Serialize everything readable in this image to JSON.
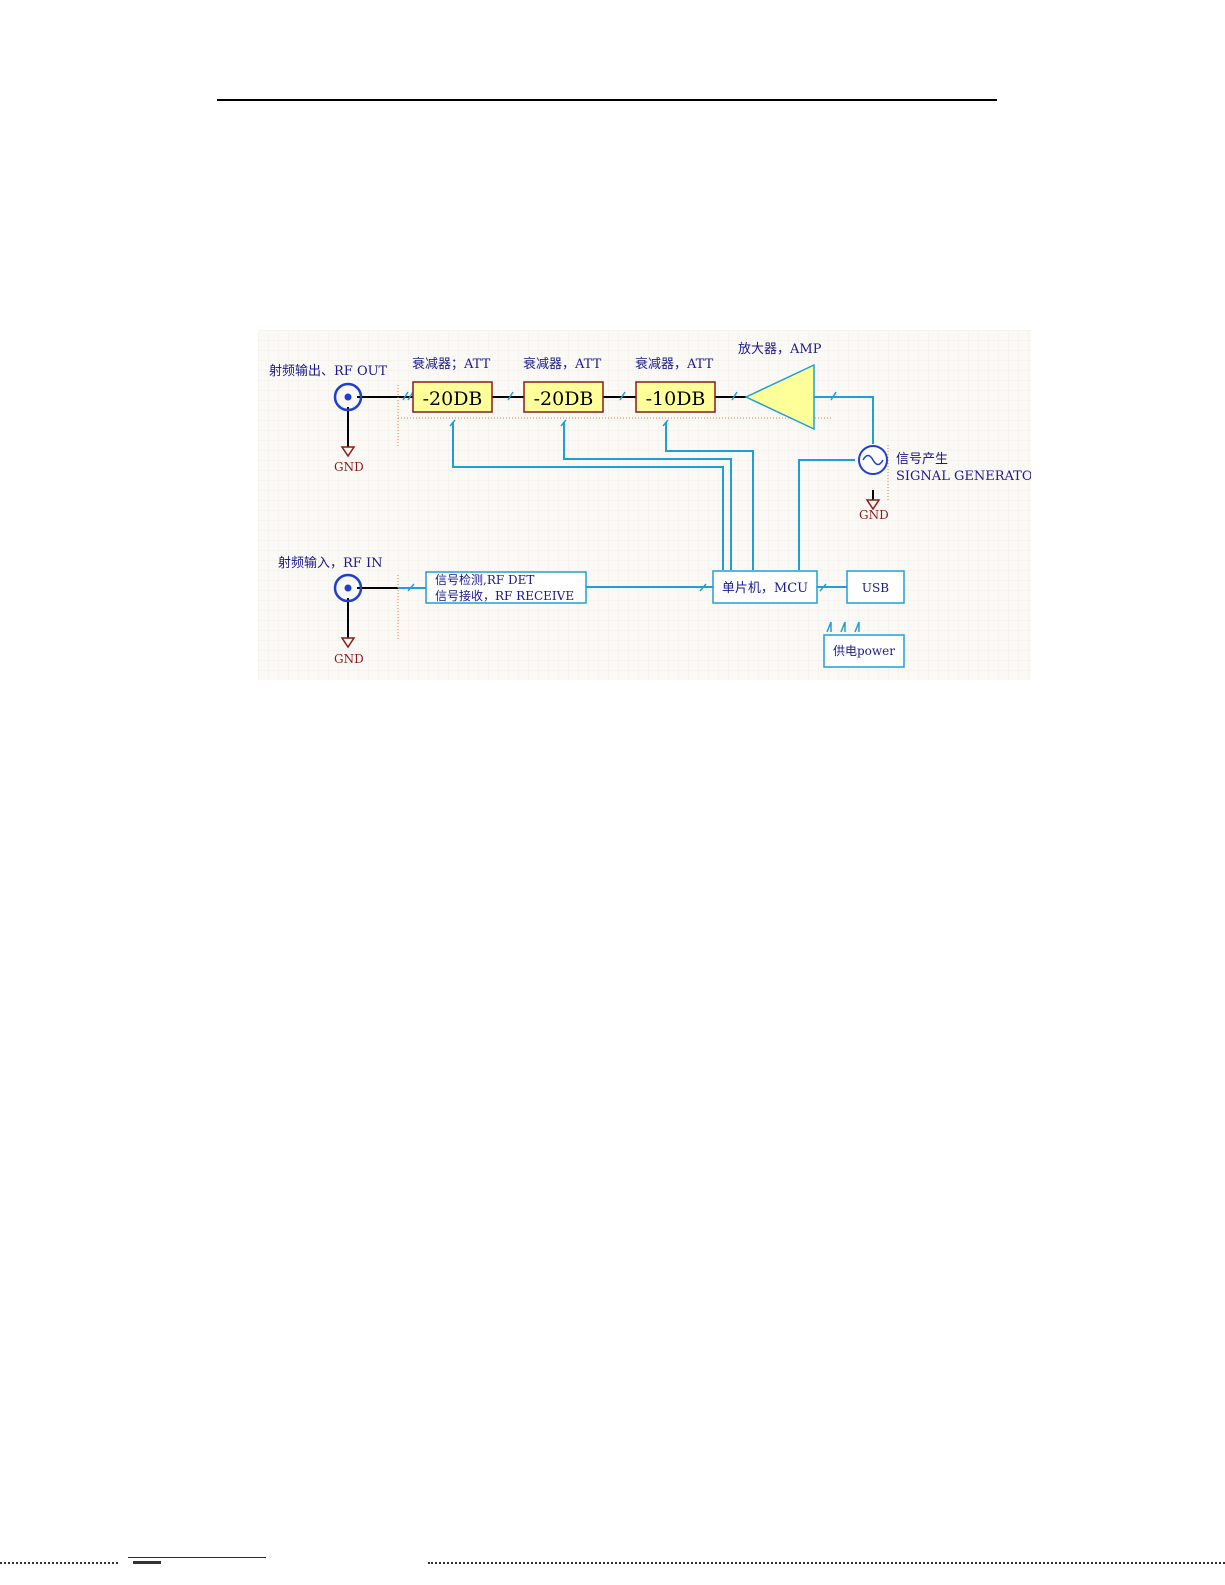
{
  "diagram": {
    "rf_out_label": "射频输出、RF OUT",
    "rf_in_label": "射频输入，RF IN",
    "gnd_label": "GND",
    "att1": {
      "caption": "衰减器；ATT",
      "value": "-20DB"
    },
    "att2": {
      "caption": "衰减器，ATT",
      "value": "-20DB"
    },
    "att3": {
      "caption": "衰减器，ATT",
      "value": "-10DB"
    },
    "amp_caption": "放大器，AMP",
    "siggen_cn": "信号产生",
    "siggen_en": "SIGNAL GENERATOR",
    "rfdet_line1": "信号检测,RF DET",
    "rfdet_line2": "信号接收，RF RECEIVE",
    "mcu_label": "单片机，MCU",
    "usb_label": "USB",
    "power_label": "供电power",
    "colors": {
      "wire_black": "#000000",
      "wire_blue": "#1f9fd6",
      "label_blue": "#1a1a8c",
      "gnd_red": "#8b1a1a",
      "att_fill": "#ffff99",
      "att_border": "#8b1a1a",
      "amp_fill": "#ffff99",
      "amp_border": "#1f9fd6",
      "grid_bg": "#fbf9f5",
      "grid_line": "#ece7df"
    }
  }
}
